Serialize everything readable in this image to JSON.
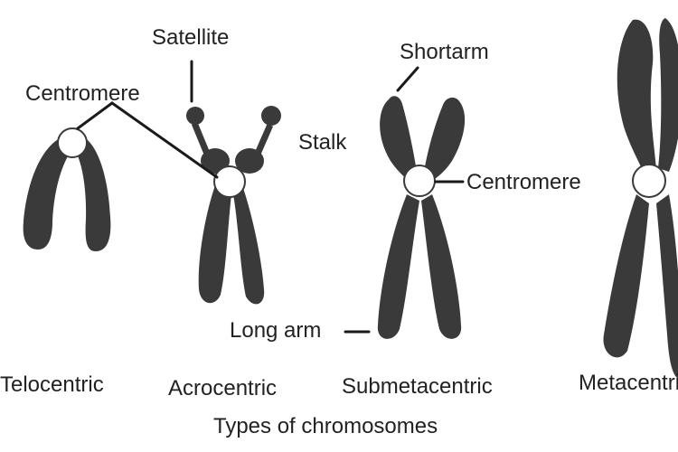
{
  "diagram": {
    "caption": "Types of chromosomes",
    "labels": {
      "satellite": "Satellite",
      "centromere_left": "Centromere",
      "shortarm": "Shortarm",
      "stalk": "Stalk",
      "centromere_right": "Centromere",
      "long_arm": "Long arm"
    },
    "types": [
      "Telocentric",
      "Acrocentric",
      "Submetacentric",
      "Metacentric"
    ]
  },
  "colors": {
    "chromosome": "#3a3a3a",
    "centromere": "#ffffff",
    "text": "#222222",
    "background": "#ffffff"
  }
}
